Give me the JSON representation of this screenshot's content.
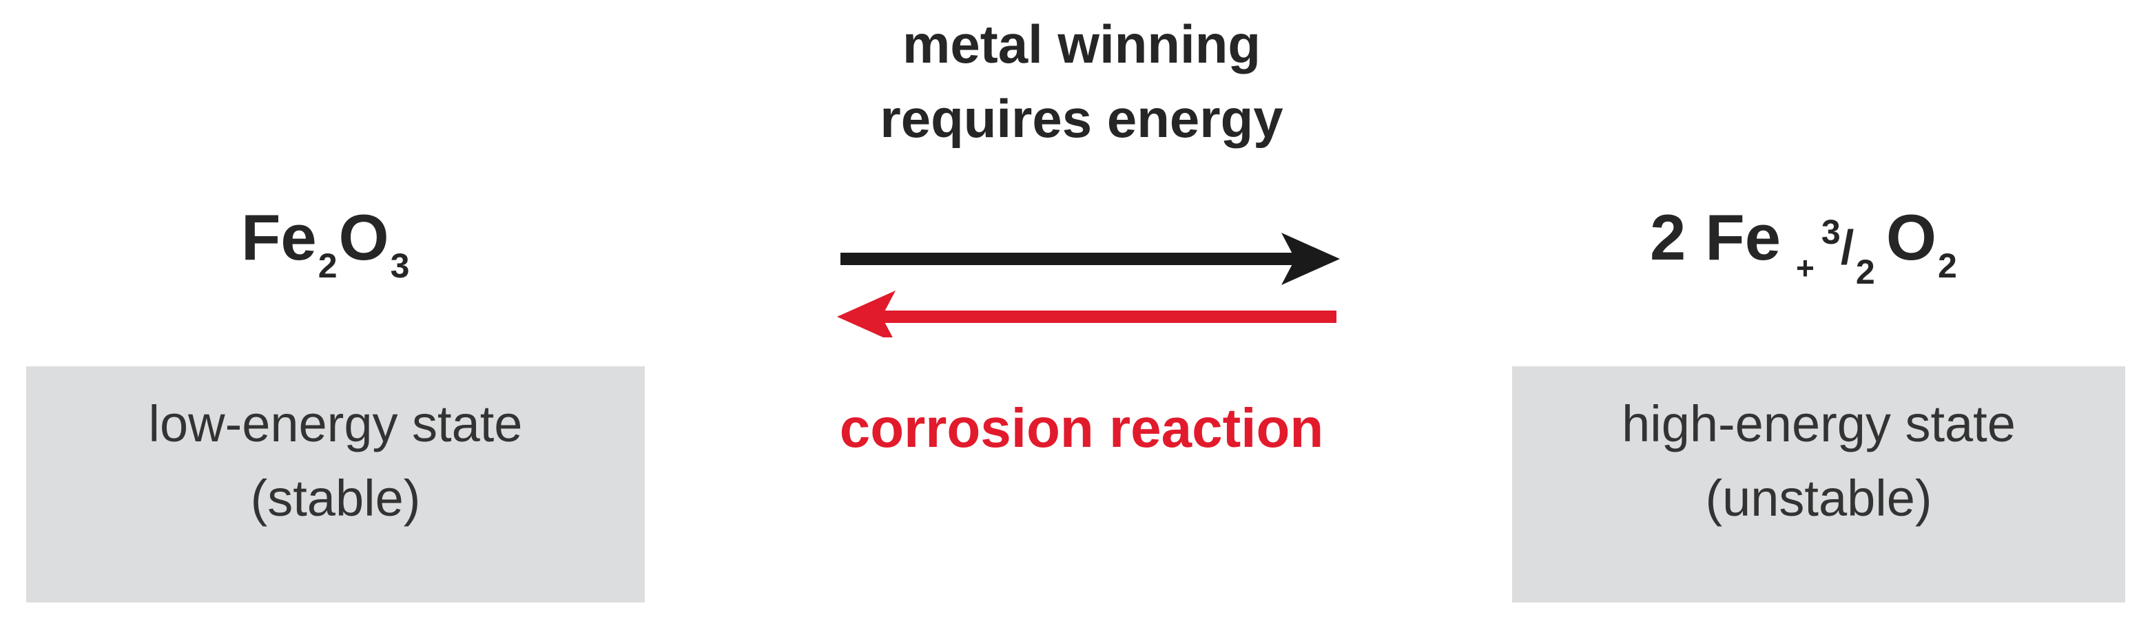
{
  "forward_label": {
    "line1": "metal winning",
    "line2": "requires energy"
  },
  "reverse_label": "corrosion reaction",
  "left": {
    "formula": {
      "element1": "Fe",
      "sub1": "2",
      "element2": "O",
      "sub2": "3"
    },
    "box": {
      "line1": "low-energy state",
      "line2": "(stable)"
    }
  },
  "right": {
    "formula": {
      "coefficient": "2",
      "element1": "Fe",
      "plus": "+",
      "frac_num": "3",
      "frac_slash": "/",
      "frac_den": "2",
      "element2": "O",
      "sub2": "2"
    },
    "box": {
      "line1": "high-energy state",
      "line2": "(unstable)"
    }
  },
  "colors": {
    "forward_arrow": "#1a1a1a",
    "reverse_arrow": "#e11b2c",
    "box_fill": "#dcdddf",
    "text": "#262626"
  }
}
